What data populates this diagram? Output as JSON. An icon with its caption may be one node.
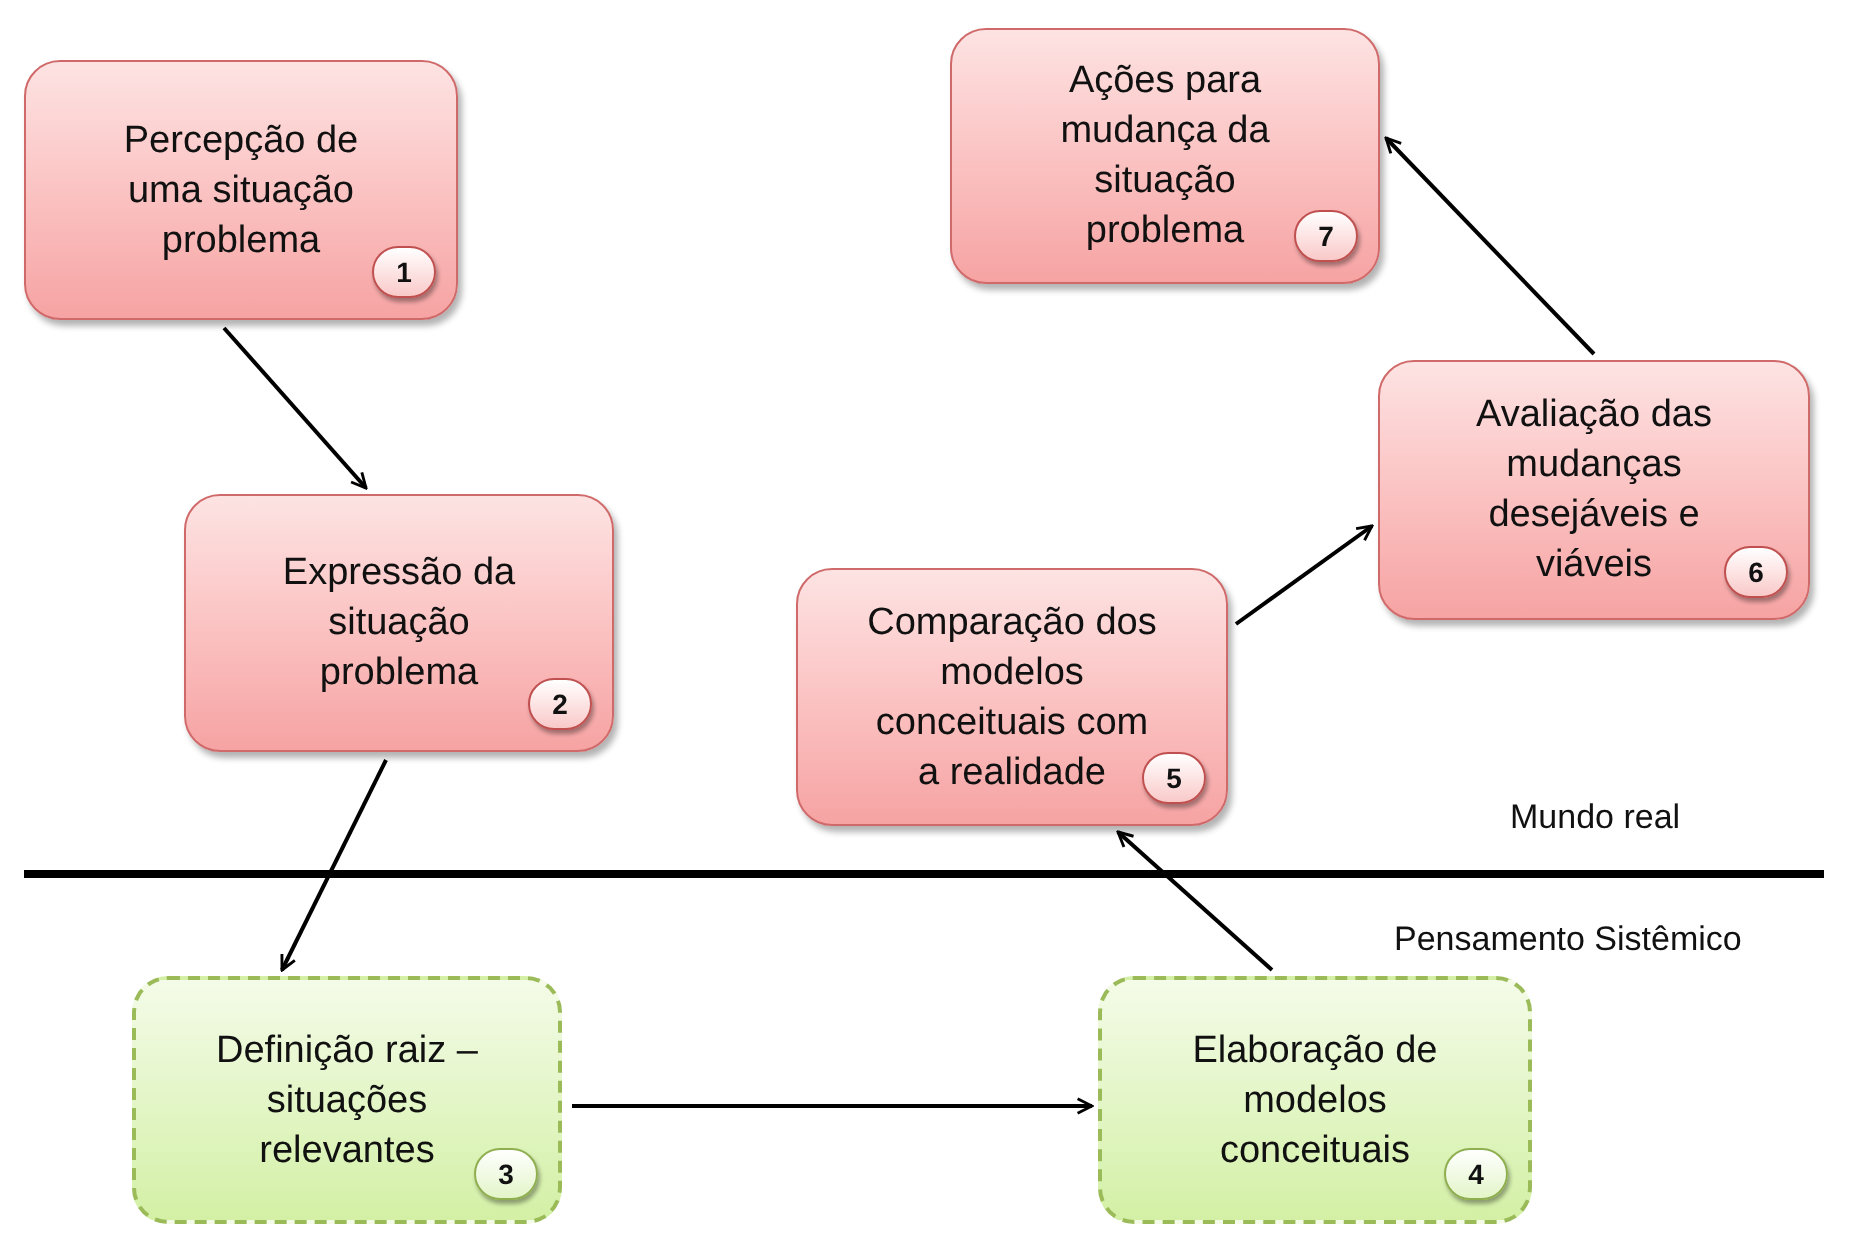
{
  "diagram": {
    "nodes": [
      {
        "text": [
          "Percepção de uma situação problema",
          "1"
        ]
      },
      {
        "text": [
          "Expressão da situação problema",
          "2"
        ]
      },
      {
        "text": [
          "Definição raiz – situações relevantes",
          "3"
        ]
      },
      {
        "text": [
          "Elaboração de modelos conceituais",
          "4"
        ]
      },
      {
        "text": [
          "Comparação dos modelos conceituais com a realidade",
          "5"
        ]
      },
      {
        "text": [
          "Avaliação das mudanças desejáveis e viáveis",
          "6"
        ]
      },
      {
        "text": [
          "Ações para mudança da situação problema",
          "7"
        ]
      }
    ],
    "edges": [
      {
        "from": 0,
        "to": 1,
        "arrow": "to"
      },
      {
        "from": 1,
        "to": 2,
        "arrow": "to"
      },
      {
        "from": 2,
        "to": 3,
        "arrow": "to"
      },
      {
        "from": 3,
        "to": 4,
        "arrow": "to"
      },
      {
        "from": 4,
        "to": 5,
        "arrow": "to"
      },
      {
        "from": 5,
        "to": 6,
        "arrow": "to"
      }
    ],
    "labels": [
      "Mundo real",
      "Pensamento Sistêmico"
    ]
  }
}
